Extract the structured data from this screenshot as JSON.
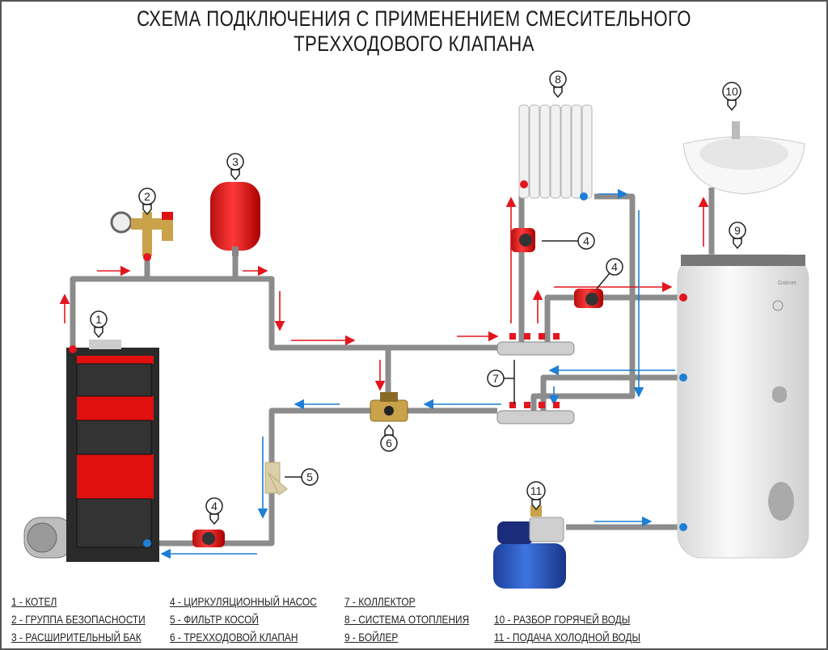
{
  "title": "СХЕМА ПОДКЛЮЧЕНИЯ С ПРИМЕНЕНИЕМ СМЕСИТЕЛЬНОГО ТРЕХХОДОВОГО КЛАПАНА",
  "colors": {
    "hot": "#e3151d",
    "cold": "#1e7fd4",
    "pipe": "#8c8c8c",
    "boiler_red": "#e01010"
  },
  "callouts": [
    "1",
    "2",
    "3",
    "4",
    "4",
    "4",
    "5",
    "6",
    "7",
    "8",
    "9",
    "10",
    "11"
  ],
  "tank_brand": "Galmet",
  "legend": [
    "1 -  КОТЕЛ",
    "2 - ГРУППА БЕЗОПАСНОСТИ",
    "3 - РАСШИРИТЕЛЬНЫЙ БАК",
    "4 - ЦИРКУЛЯЦИОННЫЙ НАСОС",
    "5 - ФИЛЬТР КОСОЙ",
    "6 - ТРЕХХОДОВОЙ КЛАПАН",
    "7 -  КОЛЛЕКТОР",
    "8 -  СИСТЕМА ОТОПЛЕНИЯ",
    "9 -  БОЙЛЕР",
    "10 - РАЗБОР ГОРЯЧЕЙ  ВОДЫ",
    "11 - ПОДАЧА  ХОЛОДНОЙ ВОДЫ"
  ]
}
